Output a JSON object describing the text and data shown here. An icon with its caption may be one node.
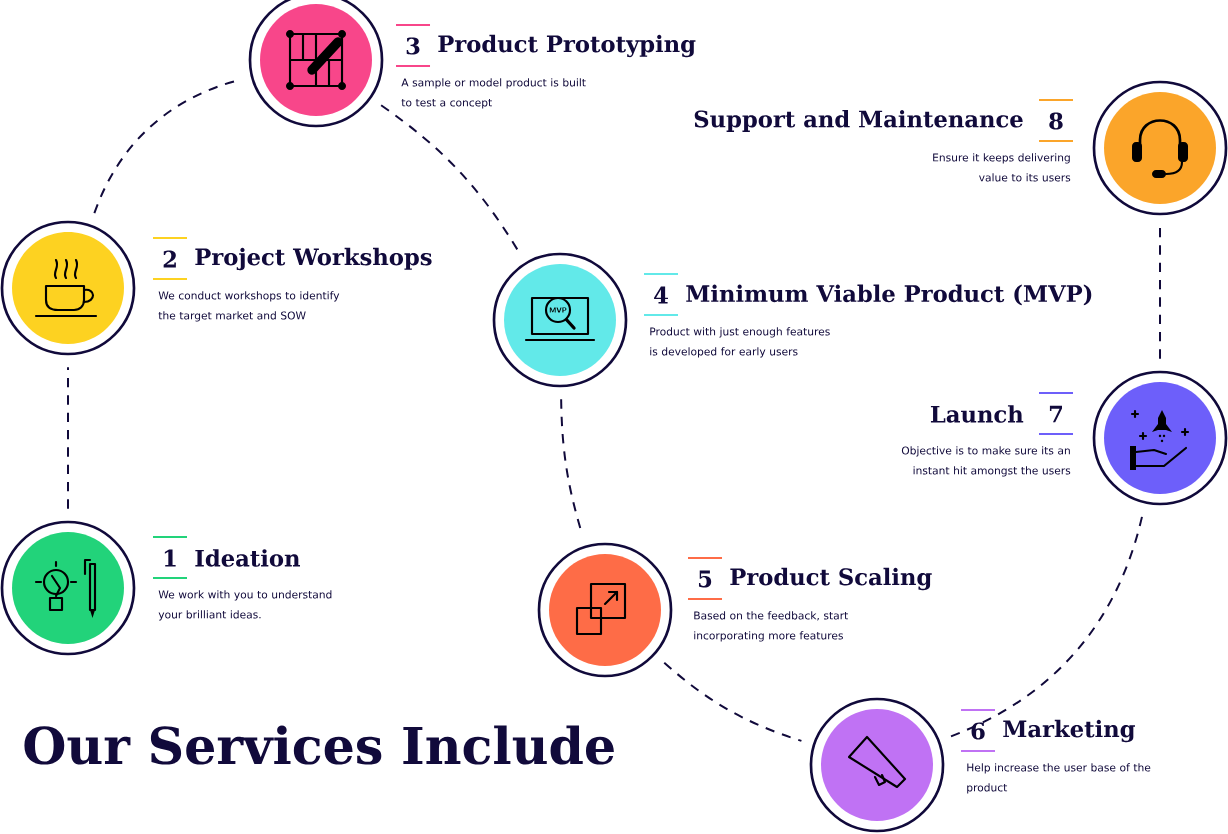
{
  "diagram": {
    "title": "Our Services Include",
    "nodes": [
      {
        "text": [
          "1",
          "Ideation",
          "We work with you to understand your brilliant ideas."
        ]
      },
      {
        "text": [
          "2",
          "Project Workshops",
          "We conduct workshops to identify the target market and SOW"
        ]
      },
      {
        "text": [
          "3",
          "Product Prototyping",
          "A sample or model product is built to test a concept"
        ]
      },
      {
        "text": [
          "4",
          "Minimum Viable Product (MVP)",
          "Product with just enough features is developed for early users"
        ]
      },
      {
        "text": [
          "5",
          "Product Scaling",
          "Based on the feedback, start incorporating more features"
        ]
      },
      {
        "text": [
          "6",
          "Marketing",
          "Help increase the user base of the product"
        ]
      },
      {
        "text": [
          "Launch",
          "7",
          "Objective is to make sure its an instant hit amongst the users"
        ]
      },
      {
        "text": [
          "Support and Maintenance",
          "8",
          "Ensure it keeps delivering value to its users"
        ]
      }
    ],
    "edges": [
      {
        "from": 0,
        "to": 1,
        "arrow": "none",
        "style": "dashed"
      },
      {
        "from": 1,
        "to": 2,
        "arrow": "none",
        "style": "dashed"
      },
      {
        "from": 2,
        "to": 3,
        "arrow": "none",
        "style": "dashed"
      },
      {
        "from": 3,
        "to": 4,
        "arrow": "none",
        "style": "dashed"
      },
      {
        "from": 4,
        "to": 5,
        "arrow": "none",
        "style": "dashed"
      },
      {
        "from": 5,
        "to": 6,
        "arrow": "none",
        "style": "dashed"
      },
      {
        "from": 6,
        "to": 7,
        "arrow": "none",
        "style": "dashed"
      }
    ],
    "labels": [
      "MVP"
    ]
  }
}
